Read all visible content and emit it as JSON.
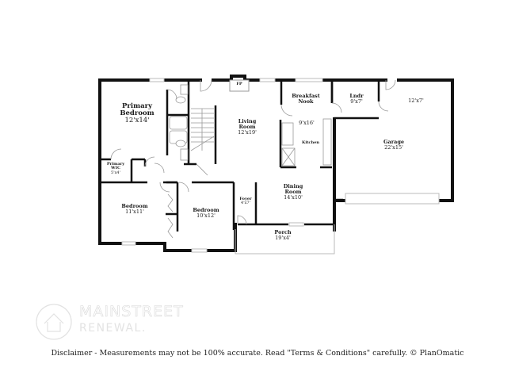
{
  "floorplan": {
    "rooms": [
      {
        "id": "primary-bedroom",
        "name": "Primary Bedroom",
        "name_lines": [
          "Primary",
          "Bedroom"
        ],
        "dims": "12'x14'"
      },
      {
        "id": "primary-wic",
        "name": "Primary WIC",
        "name_lines": [
          "Primary",
          "WIC"
        ],
        "dims": "5'x4'"
      },
      {
        "id": "living-room",
        "name": "Living Room",
        "name_lines": [
          "Living",
          "Room"
        ],
        "dims": "12'x19'"
      },
      {
        "id": "breakfast-nook",
        "name": "Breakfast Nook",
        "name_lines": [
          "Breakfast",
          "Nook"
        ],
        "dims": ""
      },
      {
        "id": "kitchen",
        "name": "Kitchen",
        "name_lines": [
          "Kitchen"
        ],
        "dims": "9'x16'"
      },
      {
        "id": "laundry",
        "name": "Lndr",
        "name_lines": [
          "Lndr"
        ],
        "dims": "9'x7'"
      },
      {
        "id": "garage-storage",
        "name": "",
        "name_lines": [],
        "dims": "12'x7'"
      },
      {
        "id": "garage",
        "name": "Garage",
        "name_lines": [
          "Garage"
        ],
        "dims": "22'x15'"
      },
      {
        "id": "bedroom-2",
        "name": "Bedroom",
        "name_lines": [
          "Bedroom"
        ],
        "dims": "11'x11'"
      },
      {
        "id": "bedroom-3",
        "name": "Bedroom",
        "name_lines": [
          "Bedroom"
        ],
        "dims": "10'x12'"
      },
      {
        "id": "foyer",
        "name": "Foyer",
        "name_lines": [
          "Foyer"
        ],
        "dims": "4'x7'"
      },
      {
        "id": "dining-room",
        "name": "Dining Room",
        "name_lines": [
          "Dining",
          "Room"
        ],
        "dims": "14'x10'"
      },
      {
        "id": "porch",
        "name": "Porch",
        "name_lines": [
          "Porch"
        ],
        "dims": "19'x4'"
      }
    ],
    "fireplace_label": "FP"
  },
  "logo": {
    "line1": "MAINSTREET",
    "line2": "RENEWAL."
  },
  "disclaimer": "Disclaimer - Measurements may not be 100% accurate. Read \"Terms & Conditions\" carefully. © PlanOmatic",
  "colors": {
    "wall": "#111111",
    "window": "#bfbfbf",
    "fixture": "#9a9a9a",
    "logo": "#dcdcdc"
  }
}
